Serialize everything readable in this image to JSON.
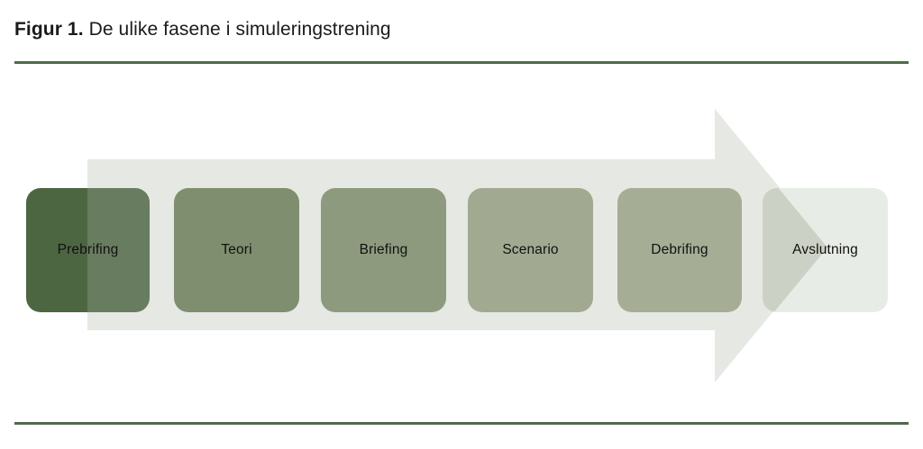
{
  "figure": {
    "label": "Figur 1.",
    "title": "De ulike fasene i simuleringstrening"
  },
  "diagram": {
    "type": "process-arrow",
    "direction": "left-to-right",
    "arrow": {
      "name": "process-arrow",
      "body_color": "#e6e8e3",
      "head_color": "#e6e8e3"
    },
    "phases": [
      {
        "id": "prebrifing",
        "label": "Prebrifing",
        "color": "#4d6642",
        "order": 1
      },
      {
        "id": "teori",
        "label": "Teori",
        "color": "#7f8e6e",
        "order": 2
      },
      {
        "id": "briefing",
        "label": "Briefing",
        "color": "#8d9a7e",
        "order": 3
      },
      {
        "id": "scenario",
        "label": "Scenario",
        "color": "#a1a991",
        "order": 4
      },
      {
        "id": "debrifing",
        "label": "Debrifing",
        "color": "#a5ad95",
        "order": 5
      },
      {
        "id": "avslutning",
        "label": "Avslutning",
        "color": "#e8ece6",
        "order": 6
      }
    ]
  },
  "style": {
    "rule_color": "#4f6b4a",
    "text_color": "#111111",
    "background": "#ffffff"
  }
}
